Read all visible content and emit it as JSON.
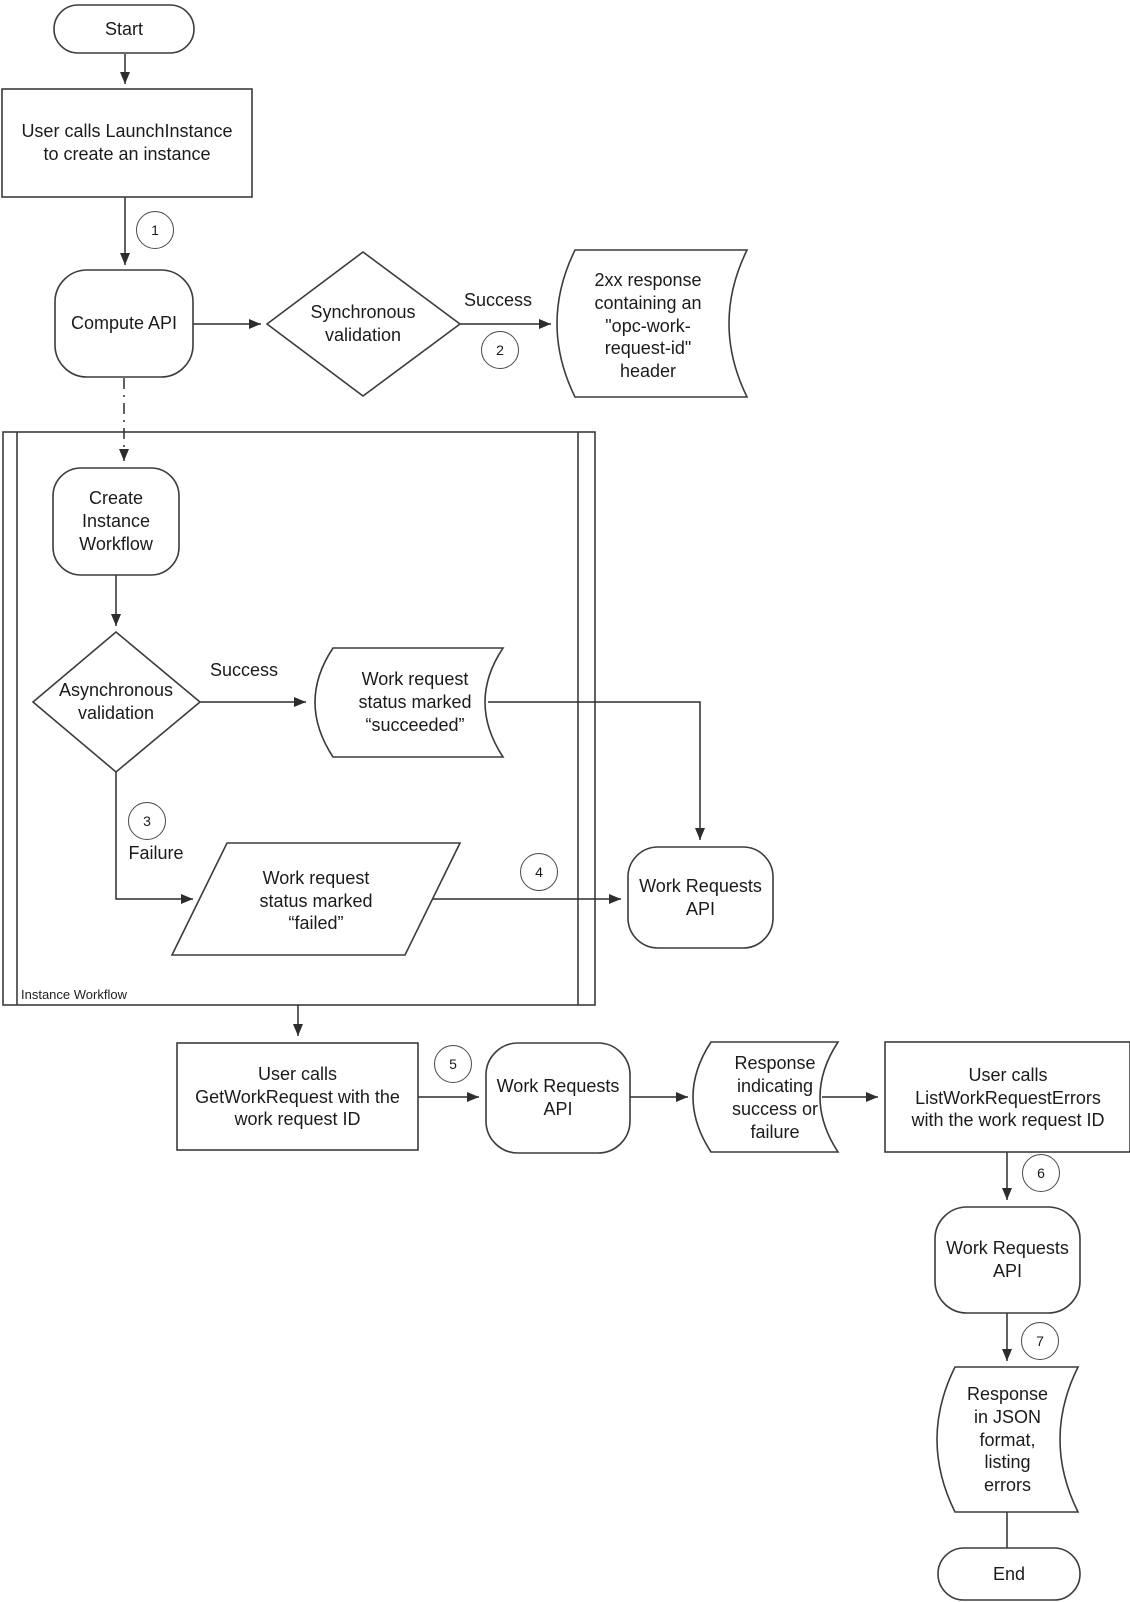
{
  "nodes": {
    "start": "Start",
    "launch_instance": "User calls LaunchInstance\nto create an instance",
    "compute_api": "Compute API",
    "sync_validation": "Synchronous\nvalidation",
    "resp_2xx": "2xx response\ncontaining an\n\"opc-work-\nrequest-id\"\nheader",
    "create_instance_workflow": "Create\nInstance\nWorkflow",
    "async_validation": "Asynchronous\nvalidation",
    "status_succeeded": "Work request\nstatus marked\n“succeeded”",
    "status_failed": "Work request\nstatus marked\n“failed”",
    "work_requests_api": "Work Requests\nAPI",
    "get_work_request": "User calls\nGetWorkRequest with the\nwork request ID",
    "resp_success_failure": "Response\nindicating\nsuccess or\nfailure",
    "list_work_request_errors": "User calls\nListWorkRequestErrors\nwith the work request ID",
    "resp_json": "Response\nin JSON\nformat,\nlisting\nerrors",
    "end": "End"
  },
  "container": {
    "label": "Instance Workflow"
  },
  "edges": {
    "sync_success": "Success",
    "async_success": "Success",
    "async_failure": "Failure"
  },
  "steps": [
    "1",
    "2",
    "3",
    "4",
    "5",
    "6",
    "7"
  ],
  "colors": {
    "stroke": "#3c3c3c",
    "fill": "#ffffff",
    "text": "#1b1b1b"
  }
}
